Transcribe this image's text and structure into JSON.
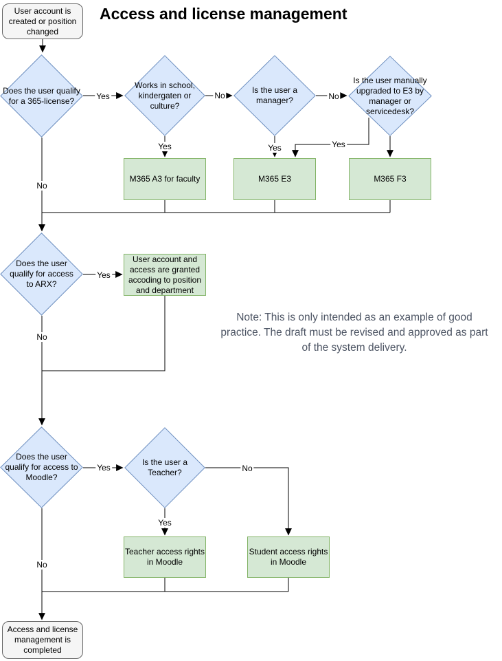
{
  "title": "Access and license management",
  "note": [
    "Note: This is only intended as an example of good",
    "practice. The draft must be revised and approved as part",
    "of the system delivery."
  ],
  "colors": {
    "decision_fill": "#dae8fc",
    "decision_stroke": "#6c8ebf",
    "process_fill": "#d5e8d4",
    "process_stroke": "#82b366",
    "terminal_fill": "#f5f5f5",
    "terminal_stroke": "#666666",
    "edge_line": "#000000",
    "note_text": "#4d5564",
    "title_text": "#000000"
  },
  "nodes": {
    "start": {
      "label": [
        "User account is",
        "created or position",
        "changed"
      ]
    },
    "q_license": {
      "label": [
        "Does the user qualify",
        "for a 365-license?"
      ]
    },
    "q_school": {
      "label": [
        "Works in school,",
        "kindergaten or",
        "culture?"
      ]
    },
    "q_manager": {
      "label": [
        "Is the user a",
        "manager?"
      ]
    },
    "q_upgrade": {
      "label": [
        "Is the user manually",
        "upgraded to E3 by",
        "manager or",
        "servicedesk?"
      ]
    },
    "m365_a3": {
      "label": [
        "M365 A3 for faculty"
      ]
    },
    "m365_e3": {
      "label": [
        "M365 E3"
      ]
    },
    "m365_f3": {
      "label": [
        "M365 F3"
      ]
    },
    "q_arx": {
      "label": [
        "Does the user",
        "qualify for access",
        "to ARX?"
      ]
    },
    "grant_access": {
      "label": [
        "User account and",
        "access are granted",
        "accoding to position",
        "and department"
      ]
    },
    "q_moodle": {
      "label": [
        "Does the user",
        "qualify for access to",
        "Moodle?"
      ]
    },
    "q_teacher": {
      "label": [
        "Is the user a",
        "Teacher?"
      ]
    },
    "teacher_rights": {
      "label": [
        "Teacher access rights",
        "in Moodle"
      ]
    },
    "student_rights": {
      "label": [
        "Student access rights",
        "in Moodle"
      ]
    },
    "end": {
      "label": [
        "Access and license",
        "management is",
        "completed"
      ]
    }
  },
  "edge_labels": {
    "license_yes": "Yes",
    "license_no": "No",
    "school_yes": "Yes",
    "school_no": "No",
    "manager_yes": "Yes",
    "manager_no": "No",
    "upgrade_yes": "Yes",
    "arx_yes": "Yes",
    "arx_no": "No",
    "moodle_yes": "Yes",
    "moodle_no": "No",
    "teacher_yes": "Yes",
    "teacher_no": "No"
  }
}
